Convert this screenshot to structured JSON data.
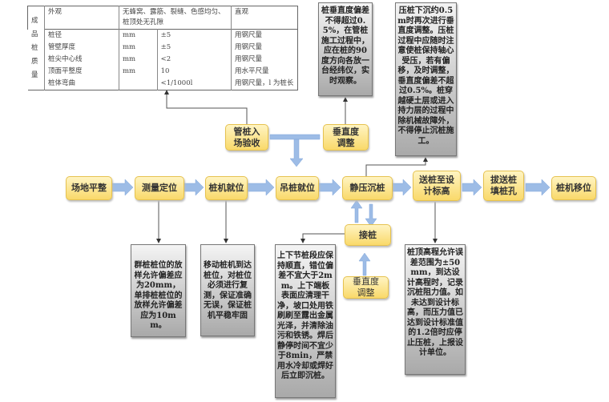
{
  "table": {
    "side_label": "成品桩质量",
    "header": [
      "外观",
      "无蜂窝、露筋、裂缝、色感均匀、桩顶处无孔隙",
      "直观"
    ],
    "rows": [
      [
        "桩径",
        "mm",
        "±5",
        "用钢尺量"
      ],
      [
        "管壁厚度",
        "mm",
        "±5",
        "用钢尺量"
      ],
      [
        "桩尖中心线",
        "mm",
        "<2",
        "用钢尺量"
      ],
      [
        "顶面平整度",
        "mm",
        "10",
        "用水平尺量"
      ],
      [
        "桩体弯曲",
        "",
        "<1/1000l",
        "用钢尺量，l 为桩长"
      ]
    ]
  },
  "steps": [
    "场地平整",
    "测量定位",
    "桩机就位",
    "吊桩就位",
    "静压沉桩",
    "送桩至设计标高",
    "拔送桩填桩孔",
    "桩机移位"
  ],
  "side_steps": {
    "pile_inspection": "管桩入场验收",
    "vertical_adjust_top": "垂直度调整",
    "splice": "接桩",
    "vertical_adjust_bottom": "垂直度调整"
  },
  "notes": {
    "top_vertical": "桩垂直度偏差不得超过0.5%，在管桩施工过程中，应在桩的90度方向各放一台经纬仪，实时观察。",
    "top_pressing": "压桩下沉约0.5m时再次进行垂直度调整。压桩过程中应随时注意使桩保持轴心受压，若有偏移，及时调整，垂直度偏差不超过0.5%。桩穿越硬土层或进入持力层的过程中除机械故障外，不得停止沉桩施工。",
    "survey": "群桩桩位的放样允许偏差应为20mm，单排桩桩位的放样允许偏差应为10mm。",
    "machine": "移动桩机到达桩位，对桩位必须进行复测，保证准确无误，保证桩机平稳牢固",
    "splice": "上下节桩段应保持顺直，错位偏差不宜大于2mm。上下端板表面应清理干净，坡口处用铁刷刷至露出金属光泽，并清除油污和铁锈。焊后静停时间不宜少于8min，严禁用水冷却或焊好后立即沉桩。",
    "elevation": "桩顶高程允许误差范围为±50mm，到达设计高程时，记录沉桩阻力值。如未达到设计标高，而压力值已达到设计标准值的1.2倍时应停止压桩，上报设计单位。"
  }
}
